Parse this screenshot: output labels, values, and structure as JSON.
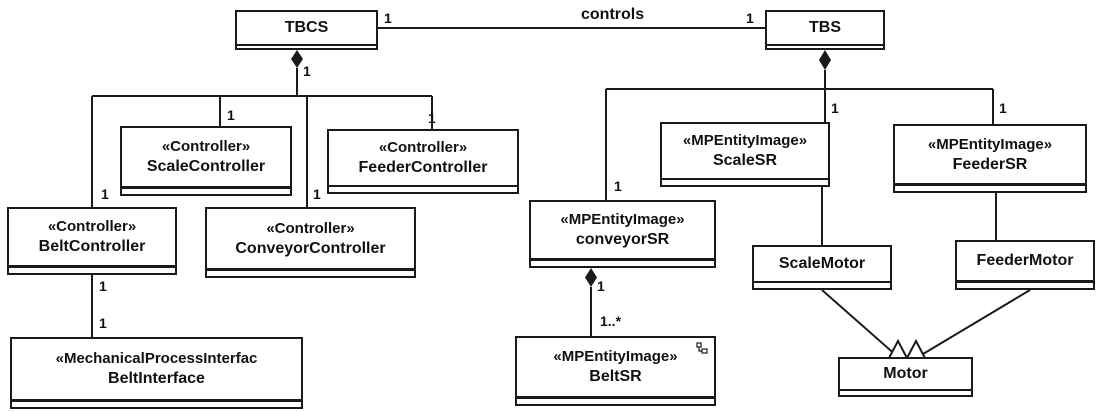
{
  "association": {
    "name": "controls"
  },
  "classes": {
    "tbcs": {
      "name": "TBCS"
    },
    "tbs": {
      "name": "TBS"
    },
    "scale_controller": {
      "stereotype": "«Controller»",
      "name": "ScaleController"
    },
    "feeder_controller": {
      "stereotype": "«Controller»",
      "name": "FeederController"
    },
    "belt_controller": {
      "stereotype": "«Controller»",
      "name": "BeltController"
    },
    "conveyor_controller": {
      "stereotype": "«Controller»",
      "name": "ConveyorController"
    },
    "belt_interface": {
      "stereotype": "«MechanicalProcessInterfac",
      "name": "BeltInterface"
    },
    "scale_sr": {
      "stereotype": "«MPEntityImage»",
      "name": "ScaleSR"
    },
    "feeder_sr": {
      "stereotype": "«MPEntityImage»",
      "name": "FeederSR"
    },
    "conveyor_sr": {
      "stereotype": "«MPEntityImage»",
      "name": "conveyorSR"
    },
    "belt_sr": {
      "stereotype": "«MPEntityImage»",
      "name": "BeltSR"
    },
    "scale_motor": {
      "name": "ScaleMotor"
    },
    "feeder_motor": {
      "name": "FeederMotor"
    },
    "motor": {
      "name": "Motor"
    }
  },
  "multiplicities": {
    "tbcs_controls": "1",
    "tbs_controls": "1",
    "tbcs_composite": "1",
    "scale_controller": "1",
    "feeder_controller": "1",
    "belt_controller": "1",
    "conveyor_controller": "1",
    "belt_controller_bottom": "1",
    "belt_interface_top": "1",
    "scale_sr": "1",
    "feeder_sr": "1",
    "conveyor_sr": "1",
    "conveyor_sr_composite": "1",
    "belt_sr": "1..*"
  }
}
